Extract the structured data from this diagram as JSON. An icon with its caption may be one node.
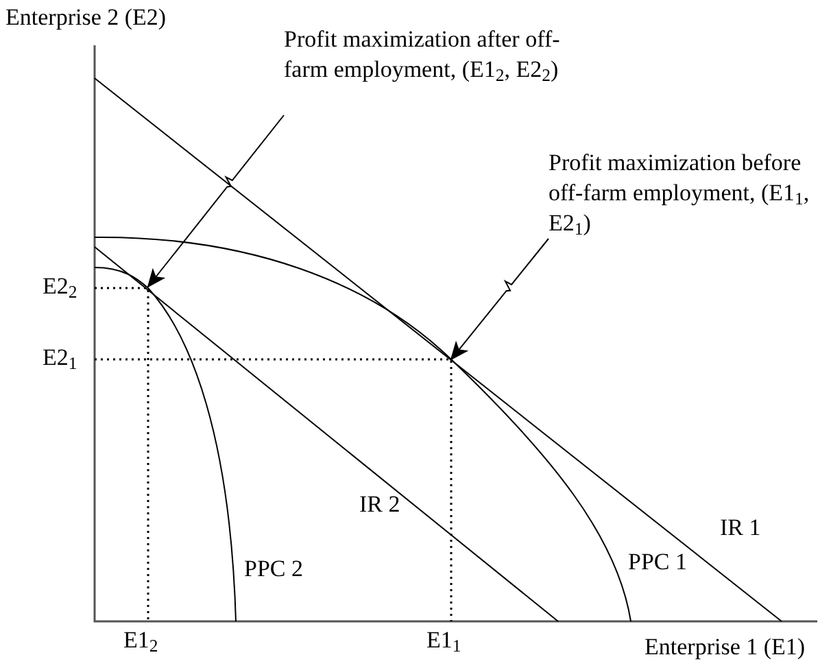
{
  "diagram": {
    "nodes": [
      {
        "text": [
          "Profit maximization after off-farm employment, (E1$_{2}$, E2$_{2}$)"
        ]
      },
      {
        "text": [
          "Profit maximization before off-farm employment, (E1$_{1}$, E2$_{1}$)"
        ]
      }
    ],
    "edges": [
      {
        "from": 0,
        "to": null,
        "arrow": "to"
      },
      {
        "from": 1,
        "to": null,
        "arrow": "to"
      }
    ],
    "labels": [
      "Enterprise 2 (E2)",
      "E2$_{2}$",
      "E2$_{1}$",
      "IR 2",
      "IR 1",
      "PPC 2",
      "PPC 1",
      "E1$_{2}$",
      "E1$_{1}$",
      "Enterprise 1 (E1)"
    ]
  }
}
